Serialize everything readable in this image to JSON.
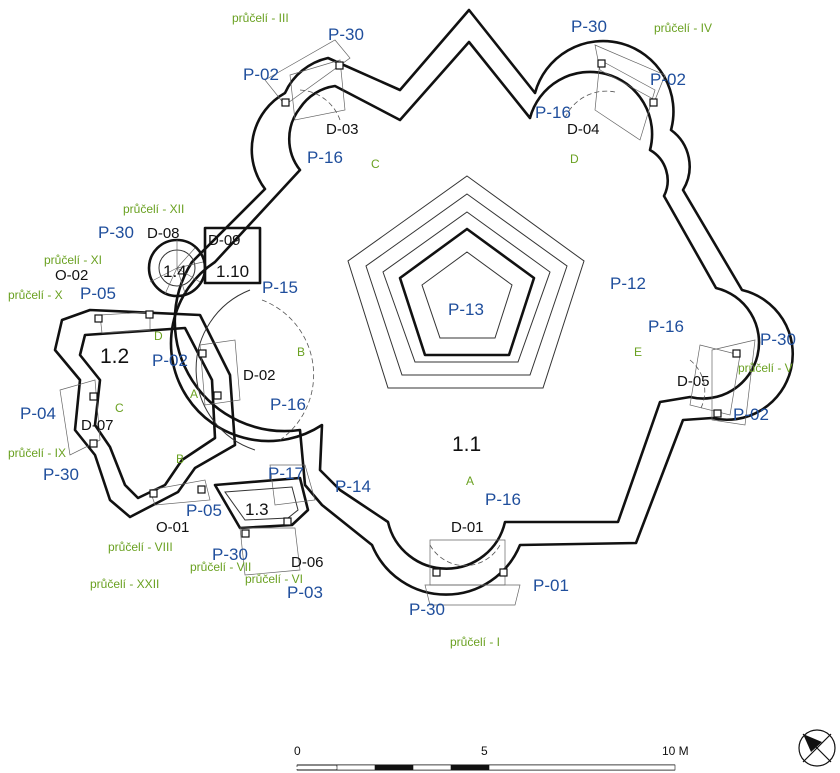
{
  "rooms": [
    "1.1",
    "1.2",
    "1.3",
    "1.4",
    "1.10"
  ],
  "blue_labels": [
    "P-30",
    "P-02",
    "P-30",
    "P-02",
    "P-16",
    "P-16",
    "P-30",
    "P-05",
    "P-15",
    "P-12",
    "P-13",
    "P-16",
    "P-30",
    "P-02",
    "P-04",
    "P-02",
    "P-16",
    "P-30",
    "P-17",
    "P-14",
    "P-16",
    "P-05",
    "P-30",
    "P-03",
    "P-30",
    "P-01"
  ],
  "black_labels": [
    "D-03",
    "D-04",
    "D-08",
    "D-09",
    "O-02",
    "D-02",
    "D-05",
    "D-07",
    "D-01",
    "O-01",
    "D-06"
  ],
  "green_labels": [
    "průčelí - III",
    "průčelí - IV",
    "průčelí - XII",
    "průčelí - XI",
    "průčelí - X",
    "průčelí - V",
    "průčelí - IX",
    "průčelí - VIII",
    "průčelí - VII",
    "průčelí - XXII",
    "průčelí - VI",
    "průčelí - I"
  ],
  "section_letters": [
    "C",
    "D",
    "D",
    "B",
    "A",
    "C",
    "E",
    "B",
    "A"
  ],
  "scale": {
    "labels": [
      "0",
      "5",
      "10 M"
    ]
  },
  "north_arrow": "north-arrow-icon"
}
